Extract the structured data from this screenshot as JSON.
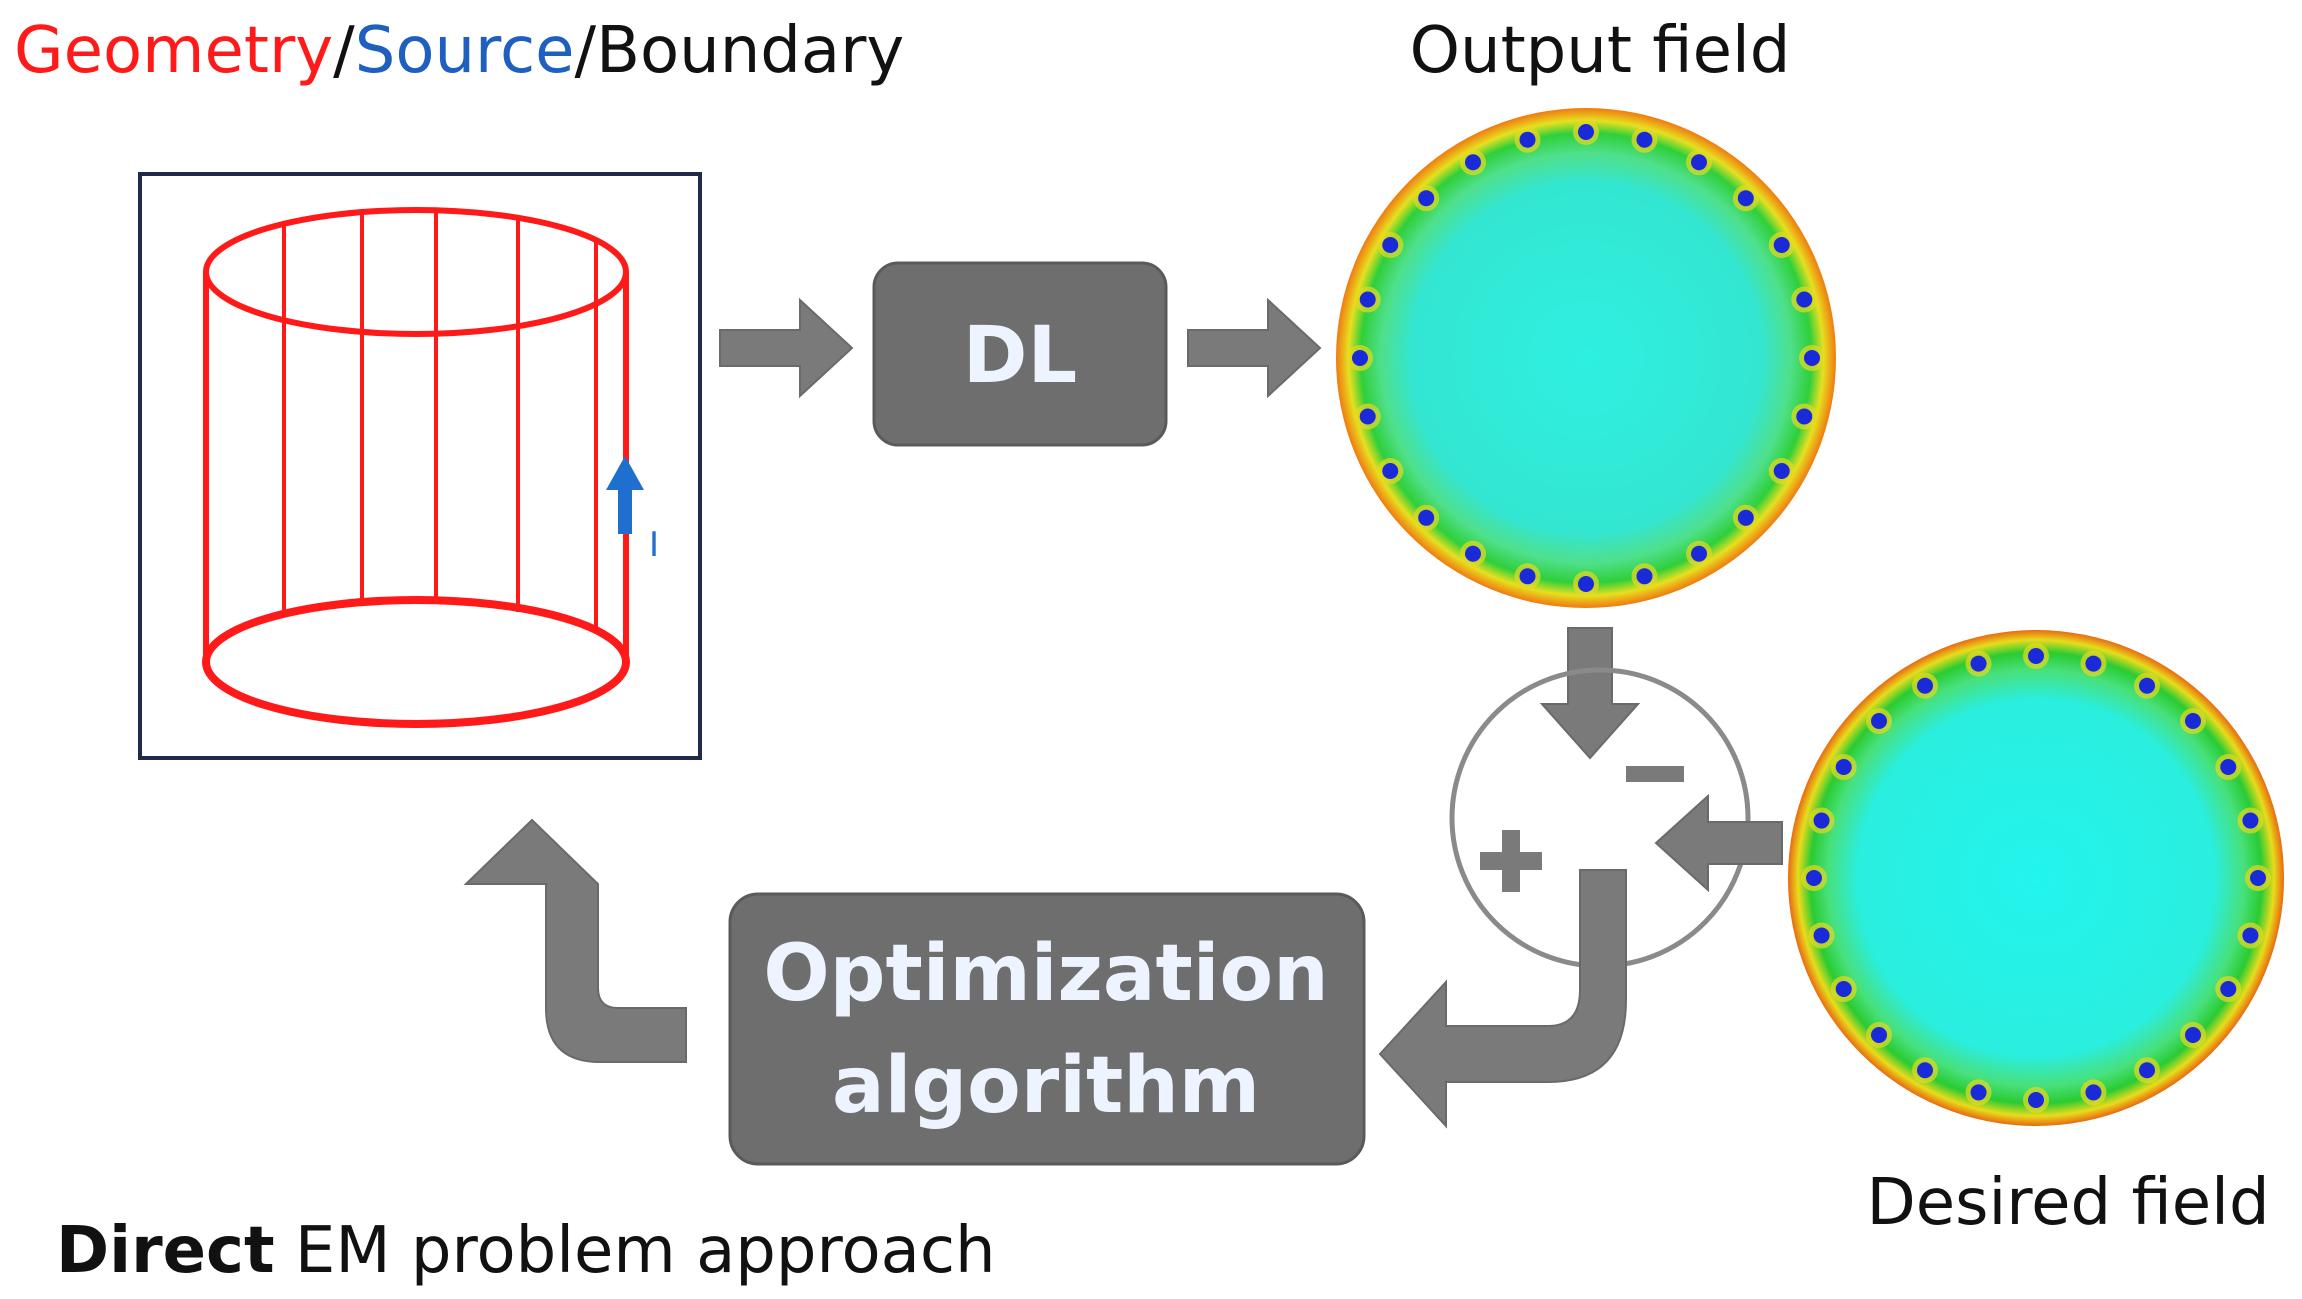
{
  "header": {
    "geometry": "Geometry",
    "sep1": "/",
    "source": "Source",
    "sep2": "/",
    "boundary": "Boundary"
  },
  "labels": {
    "output_field": "Output field",
    "desired_field": "Desired field",
    "current_symbol": "I"
  },
  "blocks": {
    "dl": "DL",
    "optimization_line1": "Optimization",
    "optimization_line2": "algorithm"
  },
  "comparator": {
    "plus": "+",
    "minus": "−"
  },
  "footer": {
    "bold": "Direct",
    "rest": " EM problem approach"
  },
  "colors": {
    "geometry": "#ff0000",
    "source": "#1f5fbf",
    "arrow": "#7a7a7a",
    "block": "#6e6e6e",
    "frame": "#1f2a4a"
  }
}
